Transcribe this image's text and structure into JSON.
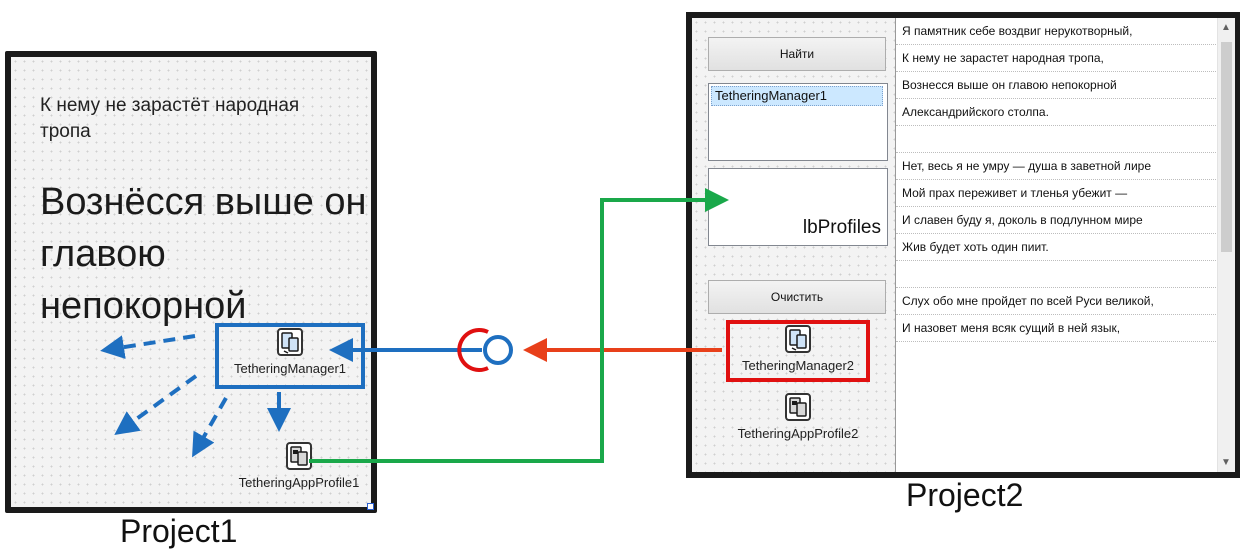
{
  "project1": {
    "caption": "Project1",
    "label_small": "К нему не зарастёт народная тропа",
    "label_big": "Вознёсся выше он главою непокорной",
    "tethering_manager": "TetheringManager1",
    "tethering_app_profile": "TetheringAppProfile1"
  },
  "project2": {
    "caption": "Project2",
    "find_button": "Найти",
    "clear_button": "Очистить",
    "managers_list_item": "TetheringManager1",
    "profiles_list_name": "lbProfiles",
    "tethering_manager": "TetheringManager2",
    "tethering_app_profile": "TetheringAppProfile2",
    "memo_lines": [
      "Я памятник себе воздвиг нерукотворный,",
      "К нему не зарастет народная тропа,",
      "Вознесся выше он главою непокорной",
      "Александрийского столпа.",
      "",
      "Нет, весь я не умру — душа в заветной лире",
      "Мой прах переживет и тленья убежит —",
      "И славен буду я, доколь в подлунном мире",
      "Жив будет хоть один пиит.",
      "",
      "Слух обо мне пройдет по всей Руси великой,",
      "И назовет меня всяк сущий в ней язык,"
    ]
  },
  "colors": {
    "blue": "#1e6fc0",
    "red": "#e01010",
    "orange": "#e8401a",
    "green": "#1aa84a"
  },
  "icons": [
    "tethering-manager-icon",
    "tethering-app-profile-icon"
  ]
}
